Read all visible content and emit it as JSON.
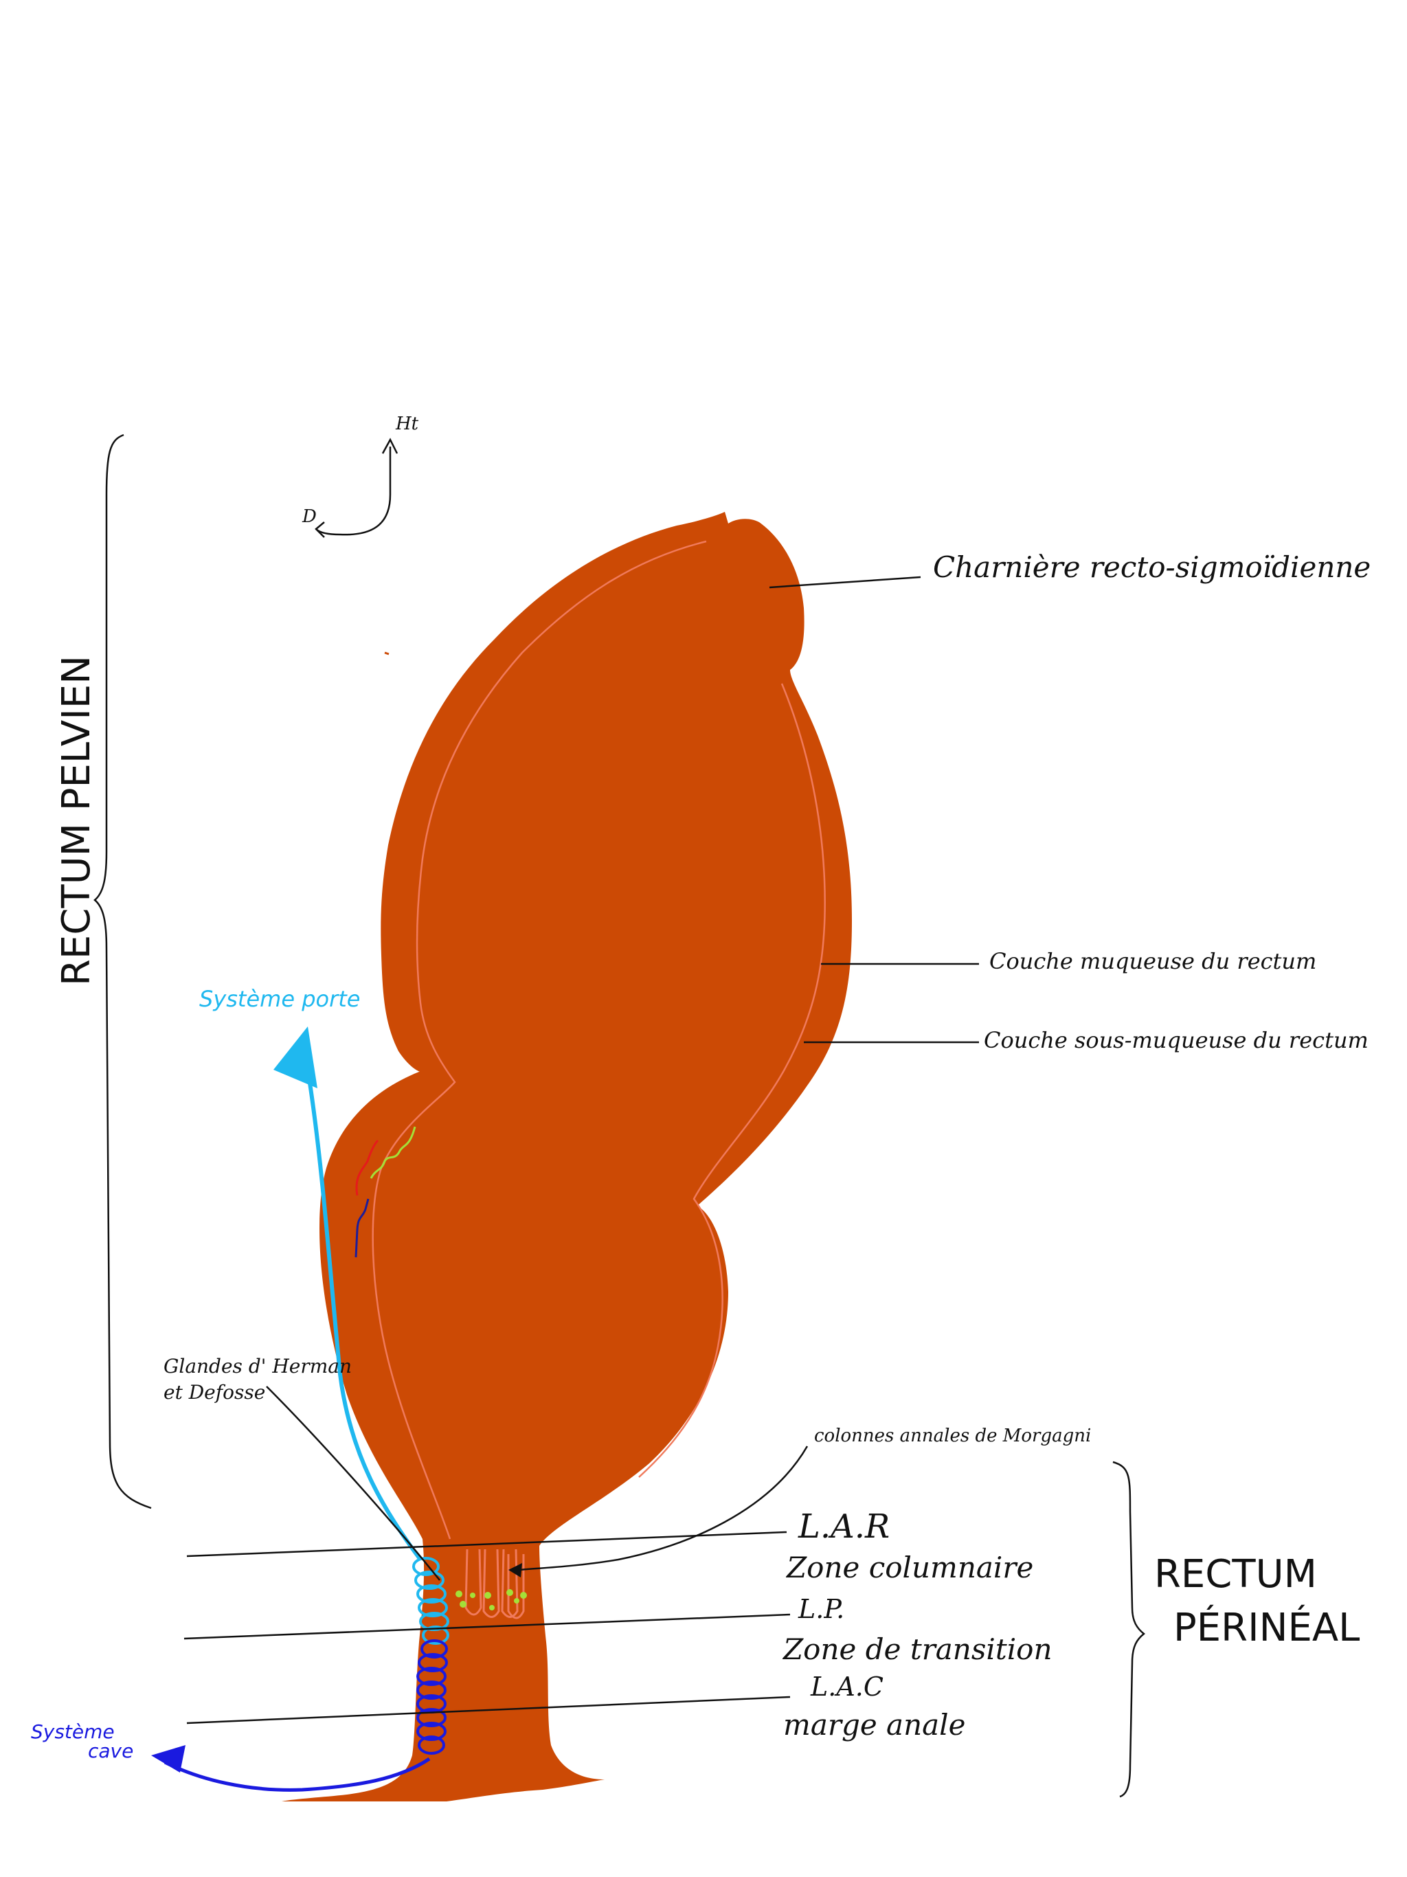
{
  "colors": {
    "tissue": "#cc4a05",
    "mucosa_line": "#f07a5c",
    "portal": "#1fb8ef",
    "caval": "#1a1adf",
    "red_vessel": "#e51b1b",
    "green_vessel": "#a4e038",
    "navy_vessel": "#1d1d9a",
    "line": "#111111"
  },
  "orientation": {
    "up": "Ht",
    "right": "D"
  },
  "labels": {
    "rectum_pelvien": "RECTUM PELVIEN",
    "rectum_perineal_1": "RECTUM",
    "rectum_perineal_2": "PÉRINÉAL",
    "charniere": "Charnière recto-sigmoïdienne",
    "muqueuse": "Couche muqueuse du rectum",
    "sous_muqueuse": "Couche sous-muqueuse du rectum",
    "colonnes": "colonnes annales de Morgagni",
    "glandes_1": "Glandes d' Herman",
    "glandes_2": "et Defosse",
    "systeme_porte": "Système porte",
    "systeme_cave_1": "Système",
    "systeme_cave_2": "cave",
    "lar": "L.A.R",
    "zone_columnaire": "Zone columnaire",
    "lp": "L.P.",
    "zone_transition": "Zone de transition",
    "lac": "L.A.C",
    "marge_anale": "marge anale"
  },
  "icons": {
    "orientation_arrows": "orientation-axes-icon"
  }
}
